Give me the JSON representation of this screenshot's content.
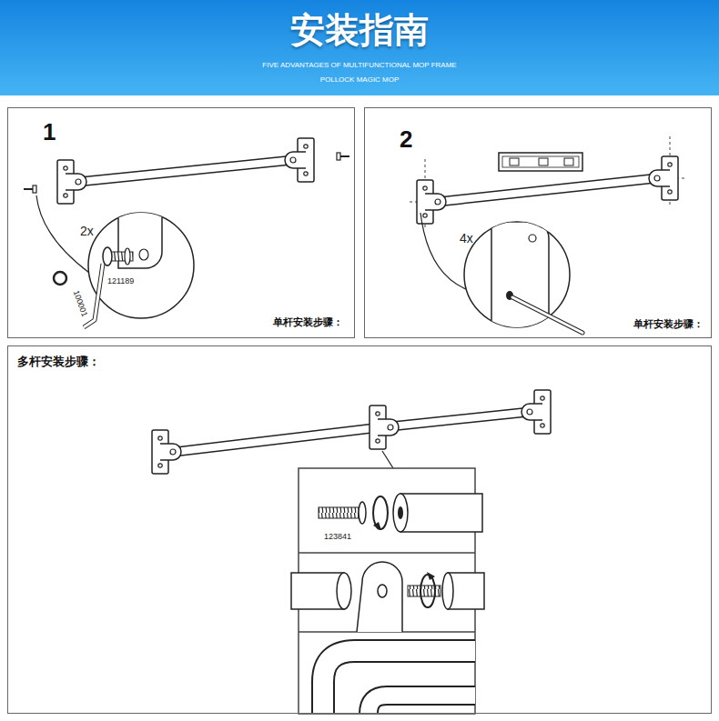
{
  "diagram": {
    "title": "安装指南",
    "nodes": [
      {
        "text": [
          "1",
          "单杆安装步骤："
        ]
      },
      {
        "text": [
          "2",
          "单杆安装步骤："
        ]
      },
      {
        "text": [
          "多杆安装步骤："
        ]
      }
    ],
    "labels": [
      "FIVE ADVANTAGES OF MULTIFUNCTIONAL MOP FRAME",
      "POLLOCK MAGIC MOP",
      "2x",
      "121189",
      "100001",
      "4x",
      "123841"
    ]
  }
}
